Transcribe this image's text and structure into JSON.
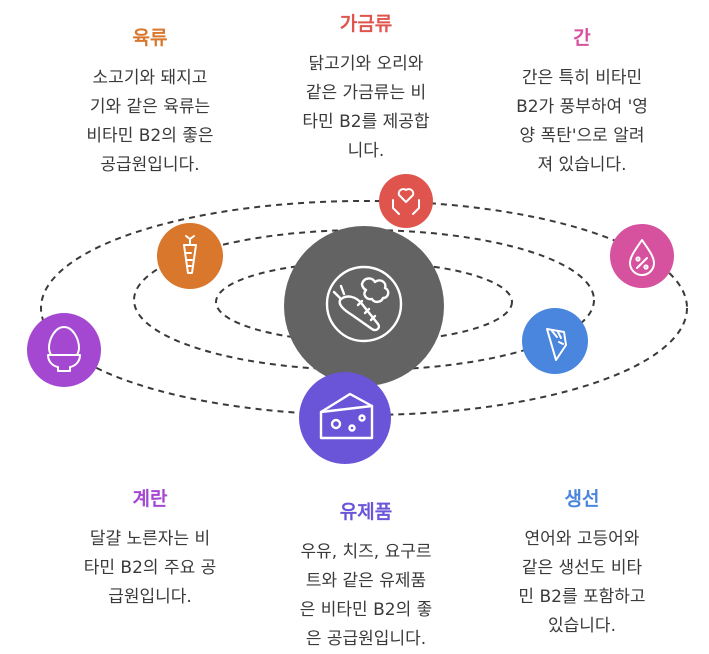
{
  "categories": [
    {
      "id": "meat",
      "title": "육류",
      "color": "#d9772c",
      "icon": "carrot-icon",
      "lines": [
        "소고기와 돼지고",
        "기와 같은 육류는",
        "비타민 B2의 좋은",
        "공급원입니다."
      ]
    },
    {
      "id": "poultry",
      "title": "가금류",
      "color": "#e0544e",
      "icon": "heart-hands-icon",
      "lines": [
        "닭고기와 오리와",
        "같은 가금류는 비",
        "타민 B2를 제공합",
        "니다."
      ]
    },
    {
      "id": "liver",
      "title": "간",
      "color": "#d6519e",
      "icon": "drop-percent-icon",
      "lines": [
        "간은 특히 비타민",
        "B2가 풍부하여 '영",
        "양 폭탄'으로 알려",
        "져 있습니다."
      ]
    },
    {
      "id": "egg",
      "title": "계란",
      "color": "#a548d1",
      "icon": "egg-cup-icon",
      "lines": [
        "달걀 노른자는 비",
        "타민 B2의 주요 공",
        "급원입니다."
      ]
    },
    {
      "id": "dairy",
      "title": "유제품",
      "color": "#6a55d8",
      "icon": "cheese-icon",
      "lines": [
        "우유, 치즈, 요구르",
        "트와 같은 유제품",
        "은 비타민 B2의 좋",
        "은 공급원입니다."
      ]
    },
    {
      "id": "fish",
      "title": "생선",
      "color": "#4a86dd",
      "icon": "wrap-icon",
      "lines": [
        "연어와 고등어와",
        "같은 생선도 비타",
        "민 B2를 포함하고",
        "있습니다."
      ]
    }
  ],
  "center": {
    "icon": "food-icon",
    "color": "#636363"
  },
  "orbit_color": "#3a3a3a"
}
